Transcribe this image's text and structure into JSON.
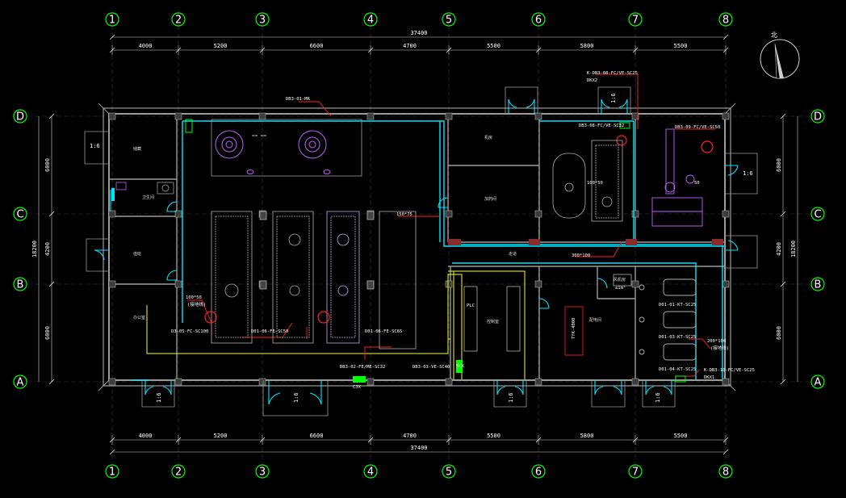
{
  "colors": {
    "background": "#000000",
    "grid_bubble": "#00ff00",
    "dimension": "#ffffff",
    "wall": "#9a9a9a",
    "cyan_pipe": "#00e5ff",
    "yellow_pipe": "#ffff00",
    "red_annotation": "#ff2020",
    "equipment": "#b0b0b0",
    "magenta_equipment": "#c060ff",
    "green_marker": "#00ff00"
  },
  "grid": {
    "columns": [
      "1",
      "2",
      "3",
      "4",
      "5",
      "6",
      "7",
      "8"
    ],
    "rows": [
      "D",
      "C",
      "B",
      "A"
    ]
  },
  "dimensions": {
    "total_width": "37400",
    "spans": [
      "4000",
      "5200",
      "6600",
      "4700",
      "5500",
      "5800",
      "5500"
    ],
    "total_depth": "18200",
    "row_spans": [
      "6000",
      "4200",
      "6000"
    ]
  },
  "north_label": "北",
  "scale_labels": [
    "1:6",
    "1:6",
    "1:6",
    "1:6",
    "1:6",
    "1:6",
    "1:6"
  ],
  "annotations": {
    "top_pipe": "DB3-01-MR",
    "top_right": "K-DB3-08-FC/VE-SC25",
    "top_right_sub": "DKX2",
    "room_right_a": "DB3-08-FC/VE-SC32",
    "room_right_b": "DB3-09-FC/VE-SC50",
    "tank_label": "100*50",
    "rack_label": "50",
    "duct_150": "150*75",
    "duct_300": "300*100",
    "duct_200": "200*100",
    "duct_200_sub": "(接地线)",
    "area_label": "≤1m²",
    "left_cable": "100*50",
    "left_cable_sub": "(接地线)",
    "sc100": "D3-05-FC-SC100",
    "sc50a": "D01-06-FE-SC50",
    "sc50b": "D01-06-FE-SC65",
    "sc32": "DB3-02-FE/ME-SC32",
    "sc40": "DB3-03-VE-SC40",
    "box_a": "CJX",
    "box_b": "SCX",
    "box_center": "TYK-4000",
    "panel_label": "PLC",
    "right_sc25": "K-DB3-10-FC/VE-SC25",
    "right_sub": "DKX1",
    "right_eq1": "D01-01-KT-SC25",
    "right_eq2": "D01-03-KT-SC25",
    "right_eq3": "D01-04-KT-SC25",
    "corridor": "走道"
  },
  "rooms": {
    "room_tl": "储藏",
    "room_wc": "卫生间",
    "room_ml": "值班",
    "room_bl": "办公室",
    "room_pump": "机房",
    "room_chem": "加药间",
    "room_ctrl": "控制室",
    "room_dist": "配电间",
    "room_vent": "风机房"
  }
}
